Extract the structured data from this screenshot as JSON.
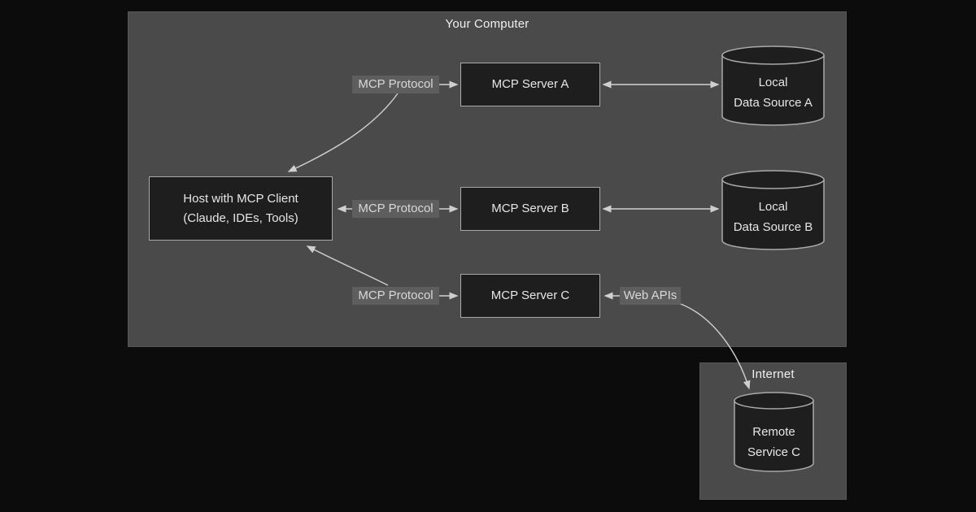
{
  "colors": {
    "page-bg": "#0c0c0c",
    "panel-bg": "#4a4a4a",
    "panel-edge": "#575757",
    "node-bg": "#1e1e1e",
    "node-border": "#a9a9a9",
    "label-bg": "#5e5e5e",
    "arrow": "#cfcfcf",
    "text-bright": "#f0f0f0",
    "text-node": "#e6e6e6",
    "text-label": "#d8d8d8"
  },
  "computer": {
    "title": "Your Computer"
  },
  "internet": {
    "title": "Internet"
  },
  "nodes": {
    "host": {
      "line1": "Host with MCP Client",
      "line2": "(Claude, IDEs, Tools)"
    },
    "server_a": {
      "label": "MCP Server A"
    },
    "server_b": {
      "label": "MCP Server B"
    },
    "server_c": {
      "label": "MCP Server C"
    },
    "data_a": {
      "line1": "Local",
      "line2": "Data Source A"
    },
    "data_b": {
      "line1": "Local",
      "line2": "Data Source B"
    },
    "remote_c": {
      "line1": "Remote",
      "line2": "Service C"
    }
  },
  "edges": {
    "protocol_a": "MCP Protocol",
    "protocol_b": "MCP Protocol",
    "protocol_c": "MCP Protocol",
    "web_apis": "Web APIs"
  }
}
